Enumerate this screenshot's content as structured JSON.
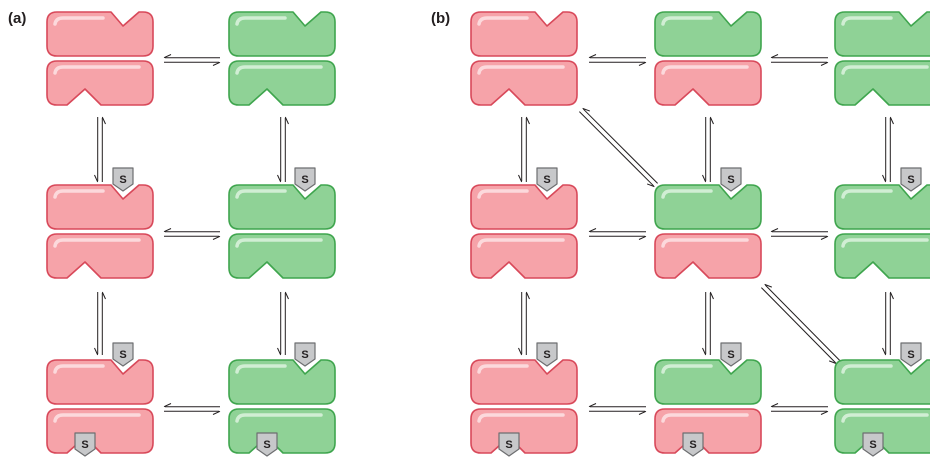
{
  "panels": [
    {
      "id": "a",
      "label": "(a)"
    },
    {
      "id": "b",
      "label": "(b)"
    }
  ],
  "substrate_label": "S",
  "colors": {
    "red_fill": "#f6a3a9",
    "red_stroke": "#d8495a",
    "red_highlight": "#fde3e5",
    "green_fill": "#8fd296",
    "green_stroke": "#3fa54e",
    "green_highlight": "#ddf3df",
    "substrate_fill": "#c7c8ca",
    "substrate_stroke": "#6d6e70",
    "arrow": "#231f20"
  }
}
